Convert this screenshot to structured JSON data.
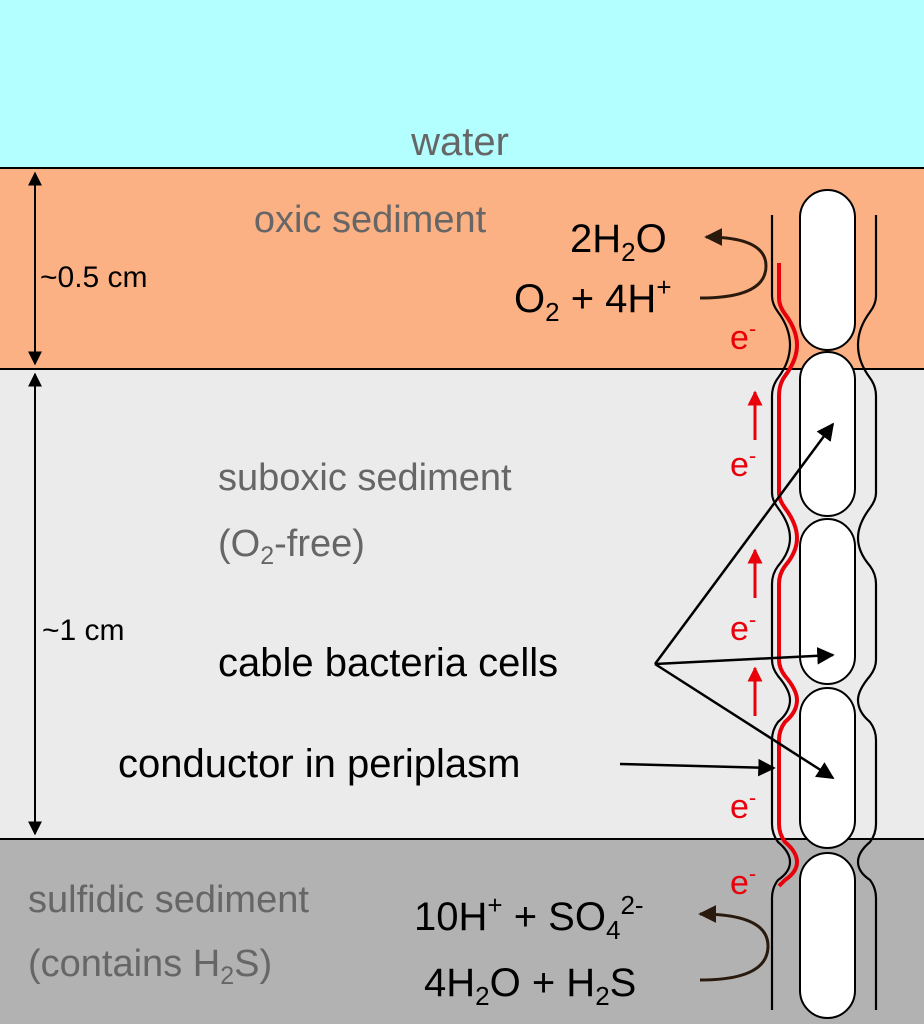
{
  "layers": {
    "water": {
      "label": "water",
      "color": "#b3ffff"
    },
    "oxic": {
      "label": "oxic sediment",
      "color": "#fbb184"
    },
    "suboxic": {
      "label_line1": "suboxic sediment",
      "label_line2_pre": "(O",
      "label_line2_sub": "2",
      "label_line2_post": "-free)",
      "color": "#ebebeb"
    },
    "sulfidic": {
      "label_line1": "sulfidic sediment",
      "label_line2_pre": "(contains H",
      "label_line2_sub": "2",
      "label_line2_post": "S)",
      "color": "#b2b2b2"
    }
  },
  "dimensions": {
    "oxic_depth": "~0.5 cm",
    "suboxic_depth": "~1 cm"
  },
  "reactions": {
    "oxygen_product": {
      "pre": "2H",
      "sub": "2",
      "post": "O"
    },
    "oxygen_reactant": {
      "a": "O",
      "a_sub": "2",
      "b": " + 4H",
      "b_sup": "+"
    },
    "sulfide_product": {
      "a": "10H",
      "a_sup": "+",
      "b": " + SO",
      "b_sub": "4",
      "b_sup": "2-"
    },
    "sulfide_reactant": {
      "a": "4H",
      "a_sub": "2",
      "b": "O + H",
      "b_sub": "2",
      "c": "S"
    }
  },
  "electron": {
    "symbol": "e",
    "charge": "-",
    "color": "#e8000b"
  },
  "annotations": {
    "cells": "cable bacteria cells",
    "conductor": "conductor in periplasm"
  }
}
